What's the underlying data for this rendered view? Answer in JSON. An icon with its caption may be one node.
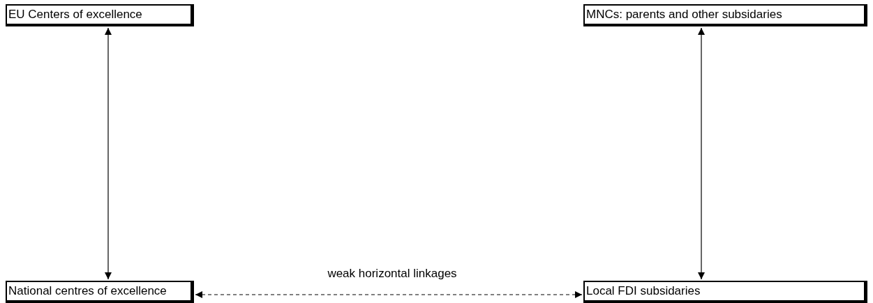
{
  "diagram": {
    "nodes": [
      {
        "text": [
          "EU Centers of excellence"
        ]
      },
      {
        "text": [
          "MNCs: parents and other subsidaries"
        ]
      },
      {
        "text": [
          "National centres of excellence"
        ]
      },
      {
        "text": [
          "Local FDI subsidaries"
        ]
      }
    ],
    "edges": [
      {
        "from": 0,
        "to": 2,
        "arrow": "both"
      },
      {
        "from": 1,
        "to": 3,
        "arrow": "both"
      },
      {
        "from": 2,
        "to": 3,
        "arrow": "both",
        "style": "dashed",
        "label": "weak horizontal linkages"
      }
    ]
  }
}
